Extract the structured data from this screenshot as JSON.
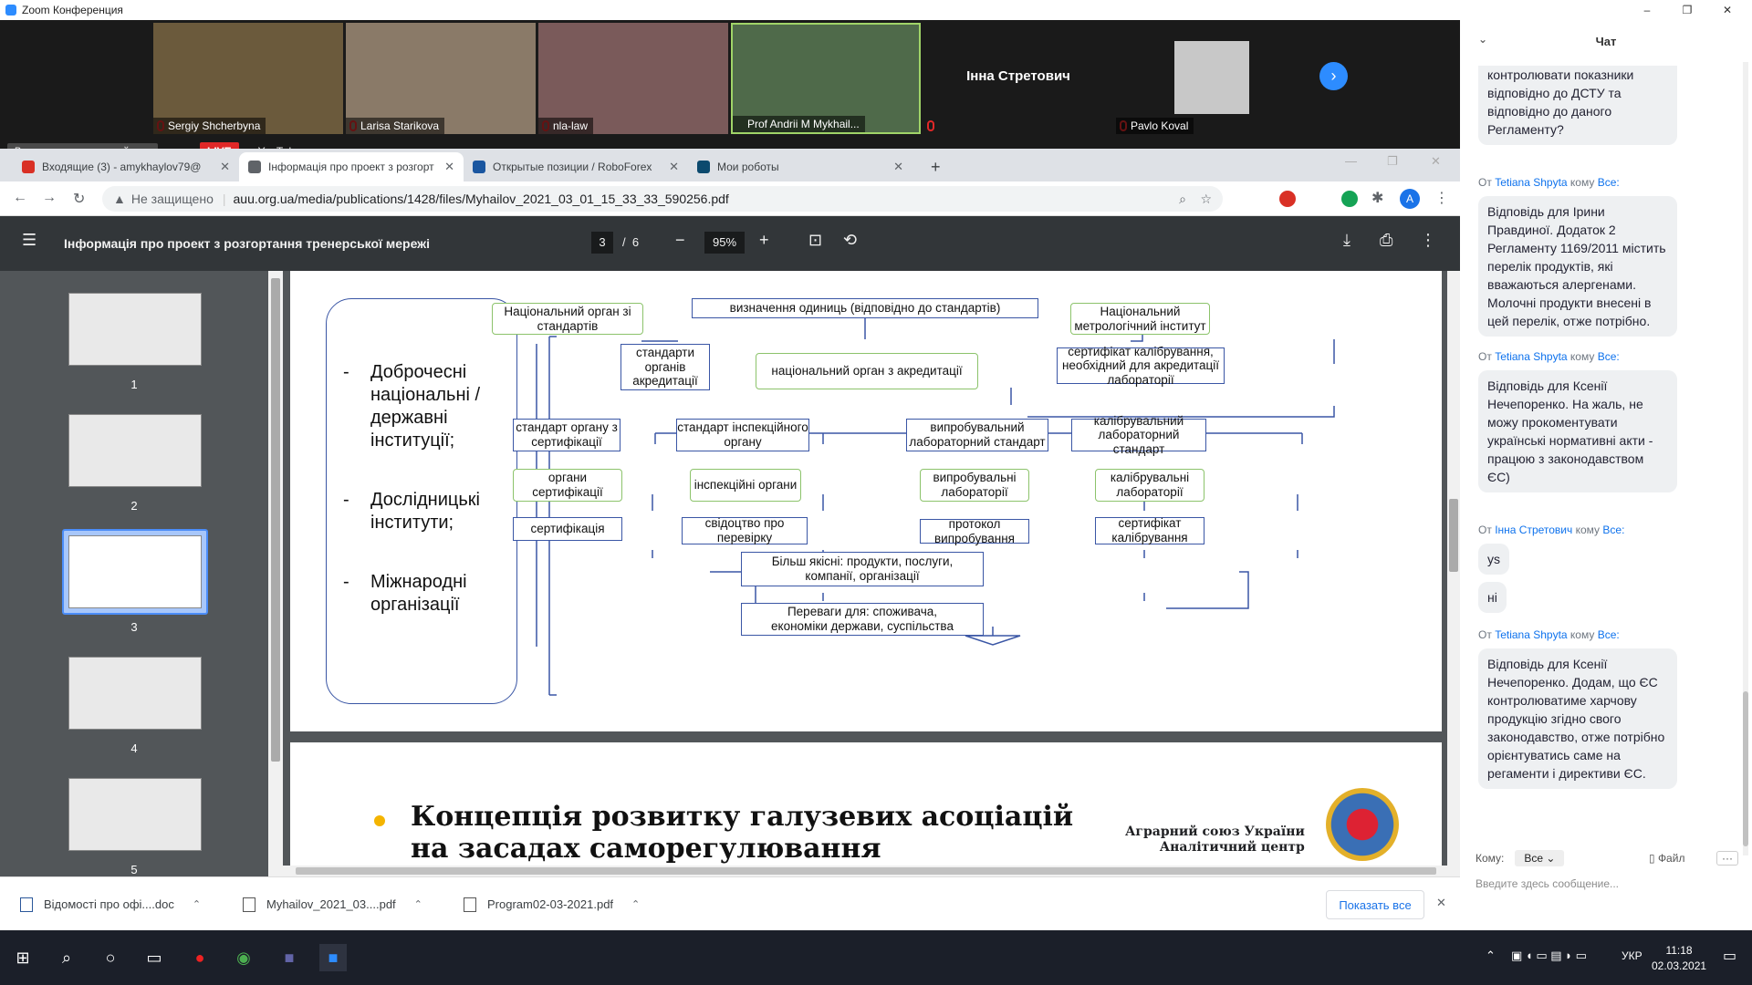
{
  "zoom": {
    "title": "Zoom Конференция",
    "minimize": "–",
    "restore": "❐",
    "close": "✕"
  },
  "participants": [
    {
      "name": "Sergiy Shcherbyna",
      "color": "#6b5a3c"
    },
    {
      "name": "Larisa Starikova",
      "color": "#8a7a68"
    },
    {
      "name": "nla-law",
      "color": "#7a5a5a"
    },
    {
      "name": "Prof Andrii M Mykhail...",
      "color": "#4f6a4a"
    },
    {
      "name": "Інна Стретович",
      "color": "#1a1a1a"
    },
    {
      "name": "Pavlo Koval",
      "color": "#c8c8c8"
    }
  ],
  "overlay": {
    "orig_sound": "Включить оригинальный звук",
    "live": "LIVE",
    "youtube": "на YouTube"
  },
  "browser": {
    "tabs": [
      {
        "label": "Входящие (3) - amykhaylov79@",
        "color": "#d93025"
      },
      {
        "label": "Інформація про проект з розгорт",
        "color": "#5f6368"
      },
      {
        "label": "Открытые позиции / RoboForex",
        "color": "#1a56a0"
      },
      {
        "label": "Мои роботы",
        "color": "#0c4a6e"
      }
    ],
    "new_tab": "+",
    "security": "Не защищено",
    "url": "auu.org.ua/media/publications/1428/files/Myhailov_2021_03_01_15_33_33_590256.pdf",
    "profile": "A"
  },
  "pdf": {
    "title": "Інформація про проект з розгортання тренерської мережі",
    "page": "3",
    "total": "6",
    "zoom": "95%"
  },
  "thumbs": [
    "1",
    "2",
    "3",
    "4",
    "5"
  ],
  "diagram": {
    "left_items": [
      "Доброчесні національні / державні інституції;",
      "Дослідницькі інститути;",
      "Міжнародні організації"
    ],
    "b_nat_std": "Національний орган зі стандартів",
    "b_units": "визначення одиниць (відповідно до стандартів)",
    "b_metro": "Національний метрологічний інститут",
    "b_std_accr": "стандарти органів акредитації",
    "b_nat_accr": "національний орган з акредитації",
    "b_calib_cert": "сертифікат калібрування, необхідний для акредитації лабораторії",
    "b_std_cert": "стандарт органу з сертифікації",
    "b_std_insp": "стандарт інспекційного органу",
    "b_test_std": "випробувальний лабораторний стандарт",
    "b_calib_std": "калібрувальний лабораторний стандарт",
    "b_cert_org": "органи сертифікації",
    "b_insp_org": "інспекційні органи",
    "b_test_lab": "випробувальні лабораторії",
    "b_calib_lab": "калібрувальні лабораторії",
    "b_certification": "сертифікація",
    "b_insp_cert": "свідоцтво про перевірку",
    "b_test_report": "протокол випробування",
    "b_calib_certificate": "сертифікат калібрування",
    "b_better": "Більш якісні: продукти, послуги, компанії, організації",
    "b_benefits": "Переваги для: споживача, економіки держави, суспільства"
  },
  "page2": {
    "title": "Концепція розвитку галузевих асоціацій на засадах саморегулювання",
    "org1": "Аграрний союз України",
    "org2": "Аналітичний центр"
  },
  "downloads": {
    "items": [
      "Відомості про офі....doc",
      "Myhailov_2021_03....pdf",
      "Program02-03-2021.pdf"
    ],
    "show_all": "Показать все"
  },
  "taskbar": {
    "lang": "УКР",
    "time": "11:18",
    "date": "02.03.2021"
  },
  "chat": {
    "title": "Чат",
    "messages": [
      {
        "from": "",
        "to": "",
        "text": "контролювати показники відповідно до ДСТУ та відповідно до даного Регламенту?"
      },
      {
        "from": "Tetiana Shpyta",
        "to": "Все:",
        "text": "Відповідь для Ірини Правдиної. Додаток 2 Регламенту 1169/2011 містить перелік продуктів, які вважаються алергенами. Молочні продукти внесені в цей перелік, отже потрібно."
      },
      {
        "from": "Tetiana Shpyta",
        "to": "Все:",
        "text": "Відповідь для Ксенії Нечепоренко. На жаль, не можу прокоментувати українські нормативні акти - працюю з законодавством ЄС)"
      },
      {
        "from": "Інна Стретович",
        "to": "Все:",
        "text": "ys"
      },
      {
        "from": "",
        "to": "",
        "text": "ні"
      },
      {
        "from": "Tetiana Shpyta",
        "to": "Все:",
        "text": "Відповідь для Ксенії Нечепоренко. Додам, що ЄС контролюватиме харчову продукцію згідно свого законодавство, отже потрібно орієнтуватись саме на регаменти і директиви ЄС."
      }
    ],
    "from_word": "От",
    "to_word": "кому",
    "to_label": "Кому:",
    "to_value": "Все",
    "file": "Файл",
    "more": "···",
    "placeholder": "Введите здесь сообщение..."
  }
}
